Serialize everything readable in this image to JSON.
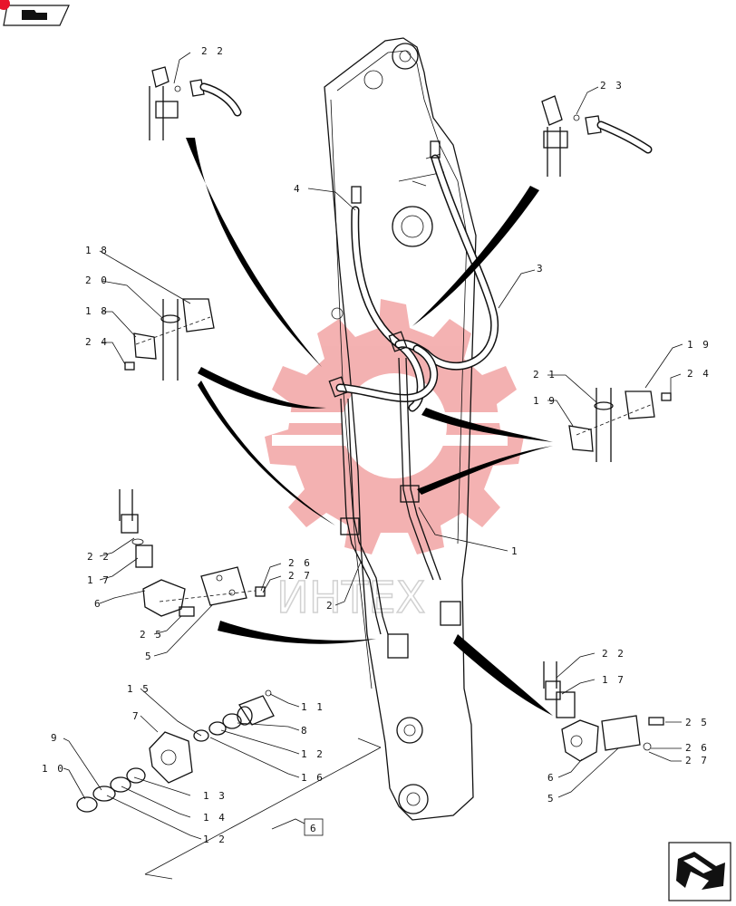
{
  "watermark": {
    "text": "ИНТЕХ",
    "color": "#f2a4a4"
  },
  "nav": {
    "prev_icon": "arrow-return-icon",
    "next_icon": "arrow-next-icon",
    "badge_color": "#e8142c"
  },
  "callouts": [
    {
      "id": "c22a",
      "text": "2 2"
    },
    {
      "id": "c23",
      "text": "2 3"
    },
    {
      "id": "c4",
      "text": "4"
    },
    {
      "id": "c3",
      "text": "3"
    },
    {
      "id": "c18a",
      "text": "1 8"
    },
    {
      "id": "c20",
      "text": "2 0"
    },
    {
      "id": "c18b",
      "text": "1 8"
    },
    {
      "id": "c24a",
      "text": "2 4"
    },
    {
      "id": "c19a",
      "text": "1 9"
    },
    {
      "id": "c21",
      "text": "2 1"
    },
    {
      "id": "c24b",
      "text": "2 4"
    },
    {
      "id": "c19b",
      "text": "1 9"
    },
    {
      "id": "c1",
      "text": "1"
    },
    {
      "id": "c2",
      "text": "2"
    },
    {
      "id": "c22b",
      "text": "2 2"
    },
    {
      "id": "c17a",
      "text": "1 7"
    },
    {
      "id": "c6a",
      "text": "6"
    },
    {
      "id": "c26a",
      "text": "2 6"
    },
    {
      "id": "c27a",
      "text": "2 7"
    },
    {
      "id": "c25a",
      "text": "2 5"
    },
    {
      "id": "c5a",
      "text": "5"
    },
    {
      "id": "c15",
      "text": "1 5"
    },
    {
      "id": "c11",
      "text": "1 1"
    },
    {
      "id": "c7",
      "text": "7"
    },
    {
      "id": "c8",
      "text": "8"
    },
    {
      "id": "c9",
      "text": "9"
    },
    {
      "id": "c12a",
      "text": "1 2"
    },
    {
      "id": "c16",
      "text": "1 6"
    },
    {
      "id": "c10",
      "text": "1 0"
    },
    {
      "id": "c13",
      "text": "1 3"
    },
    {
      "id": "c14",
      "text": "1 4"
    },
    {
      "id": "c12b",
      "text": "1 2"
    },
    {
      "id": "c6box",
      "text": "6"
    },
    {
      "id": "c22c",
      "text": "2 2"
    },
    {
      "id": "c17b",
      "text": "1 7"
    },
    {
      "id": "c25b",
      "text": "2 5"
    },
    {
      "id": "c26b",
      "text": "2 6"
    },
    {
      "id": "c27b",
      "text": "2 7"
    },
    {
      "id": "c6b",
      "text": "6"
    },
    {
      "id": "c5b",
      "text": "5"
    }
  ]
}
